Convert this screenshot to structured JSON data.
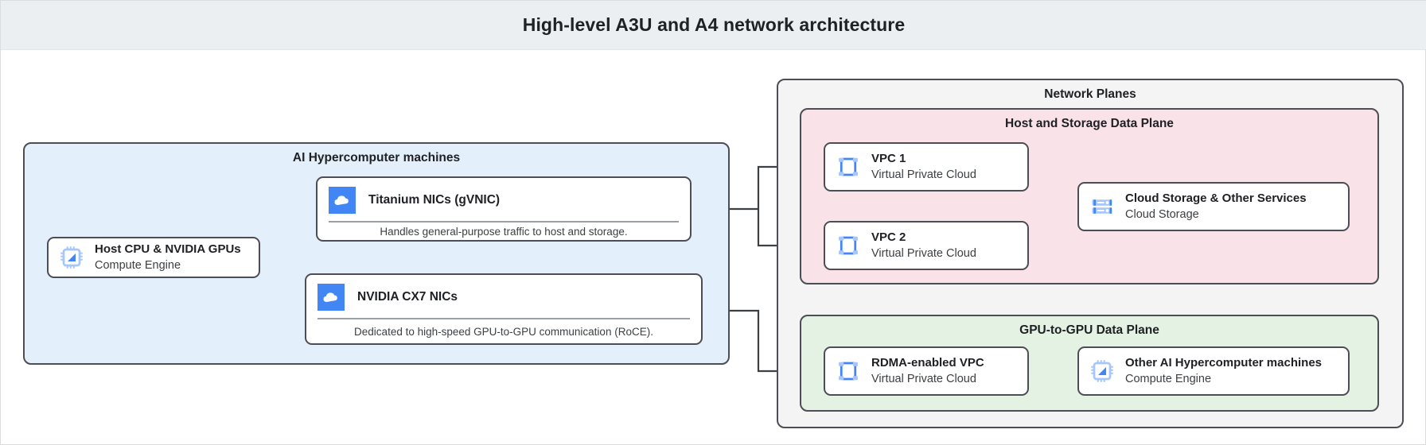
{
  "header": {
    "title": "High-level A3U and A4 network architecture"
  },
  "colors": {
    "header_bg": "#eceff1",
    "machines_bg": "#e3f0fc",
    "planes_bg": "#f4f4f4",
    "host_data_plane_bg": "#fae2e9",
    "gpu_data_plane_bg": "#e4f2e4",
    "border": "#4d4d55",
    "icon_blue": "#4285f4",
    "icon_blue_light": "#a7c6fb"
  },
  "groups": {
    "machines": {
      "title": "AI Hypercomputer machines"
    },
    "network_planes": {
      "title": "Network Planes"
    },
    "host_storage_plane": {
      "title": "Host and Storage Data Plane"
    },
    "gpu_plane": {
      "title": "GPU-to-GPU Data Plane"
    }
  },
  "nodes": {
    "host_cpu": {
      "title": "Host CPU & NVIDIA GPUs",
      "subtitle": "Compute Engine",
      "icon": "cpu-chip-icon"
    },
    "vpc1": {
      "title": "VPC 1",
      "subtitle": "Virtual Private Cloud",
      "icon": "vpc-icon"
    },
    "vpc2": {
      "title": "VPC 2",
      "subtitle": "Virtual Private Cloud",
      "icon": "vpc-icon"
    },
    "storage": {
      "title": "Cloud Storage & Other Services",
      "subtitle": "Cloud Storage",
      "icon": "storage-stack-icon"
    },
    "rdma_vpc": {
      "title": "RDMA-enabled VPC",
      "subtitle": "Virtual Private Cloud",
      "icon": "vpc-icon"
    },
    "other_machines": {
      "title": "Other AI Hypercomputer machines",
      "subtitle": "Compute Engine",
      "icon": "cpu-chip-icon"
    }
  },
  "nics": {
    "titanium": {
      "title": "Titanium NICs (gVNIC)",
      "caption": "Handles general-purpose traffic to host and storage.",
      "icon": "cloud-icon"
    },
    "cx7": {
      "title": "NVIDIA CX7 NICs",
      "caption": "Dedicated to high-speed GPU-to-GPU communication (RoCE).",
      "icon": "cloud-icon"
    }
  },
  "connections": [
    {
      "from": "host_cpu",
      "to": "titanium"
    },
    {
      "from": "host_cpu",
      "to": "cx7"
    },
    {
      "from": "titanium",
      "to": "vpc1"
    },
    {
      "from": "titanium",
      "to": "vpc2"
    },
    {
      "from": "vpc1",
      "to": "storage"
    },
    {
      "from": "vpc2",
      "to": "storage"
    },
    {
      "from": "cx7",
      "to": "rdma_vpc"
    },
    {
      "from": "rdma_vpc",
      "to": "other_machines"
    }
  ]
}
